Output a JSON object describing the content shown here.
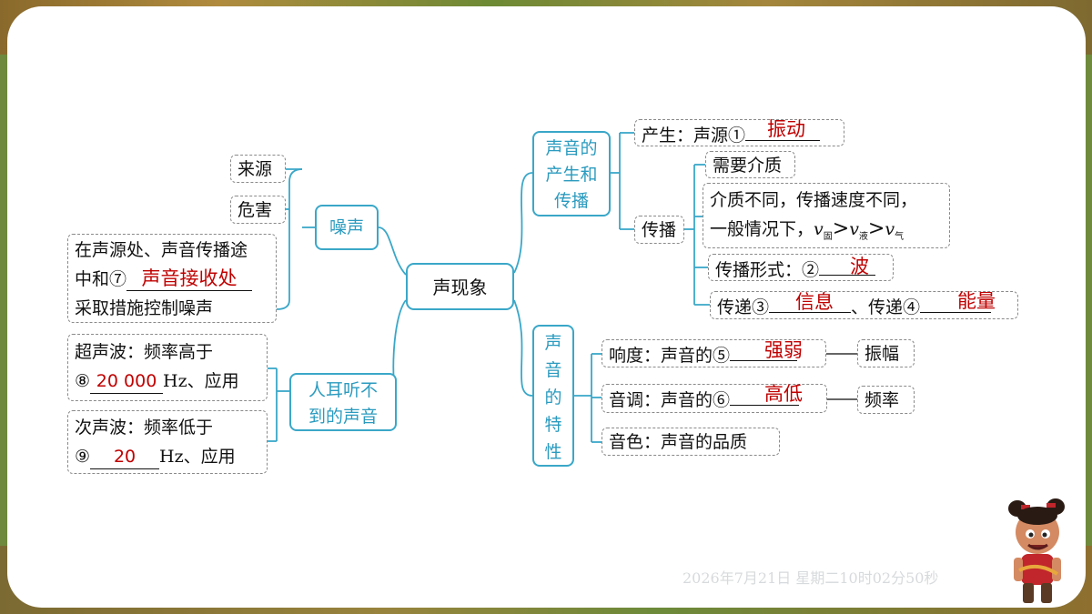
{
  "center": "声现象",
  "left": {
    "noise": {
      "label": "噪声",
      "source": "来源",
      "harm": "危害",
      "control_line1": "在声源处、声音传播途",
      "control_line2_prefix": "中和⑦",
      "control_answer": "声音接收处",
      "control_line3": "采取措施控制噪声"
    },
    "inaudible": {
      "label_line1": "人耳听不",
      "label_line2": "到的声音",
      "ultrasonic_line1": "超声波：频率高于",
      "ultrasonic_prefix": "⑧",
      "ultrasonic_answer": "20 000",
      "ultrasonic_suffix": "Hz、应用",
      "infrasonic_line1": "次声波：频率低于",
      "infrasonic_prefix": "⑨",
      "infrasonic_answer": "20",
      "infrasonic_suffix": "Hz、应用"
    }
  },
  "right": {
    "production": {
      "label_line1": "声音的",
      "label_line2": "产生和",
      "label_line3": "传播",
      "produce_prefix": "产生：声源①",
      "produce_answer": "振动",
      "propagate": "传播",
      "medium": "需要介质",
      "speed_line1": "介质不同，传播速度不同，",
      "speed_line2": "一般情况下，",
      "v": "v",
      "sub_solid": "固",
      "sub_liquid": "液",
      "sub_gas": "气",
      "gt": ">",
      "form_prefix": "传播形式：②",
      "form_answer": "波",
      "transfer1_prefix": "传递③",
      "transfer1_answer": "信息",
      "sep": "、",
      "transfer2_prefix": "传递④",
      "transfer2_answer": "能量"
    },
    "characteristics": {
      "label_chars": [
        "声",
        "音",
        "的",
        "特",
        "性"
      ],
      "loudness_prefix": "响度：声音的⑤",
      "loudness_answer": "强弱",
      "amplitude": "振幅",
      "pitch_prefix": "音调：声音的⑥",
      "pitch_answer": "高低",
      "frequency": "频率",
      "timbre": "音色：声音的品质"
    }
  },
  "timestamp": "2026年7月21日 星期二10时02分50秒",
  "colors": {
    "accent": "#3aa7c8",
    "answer": "#c00000"
  }
}
